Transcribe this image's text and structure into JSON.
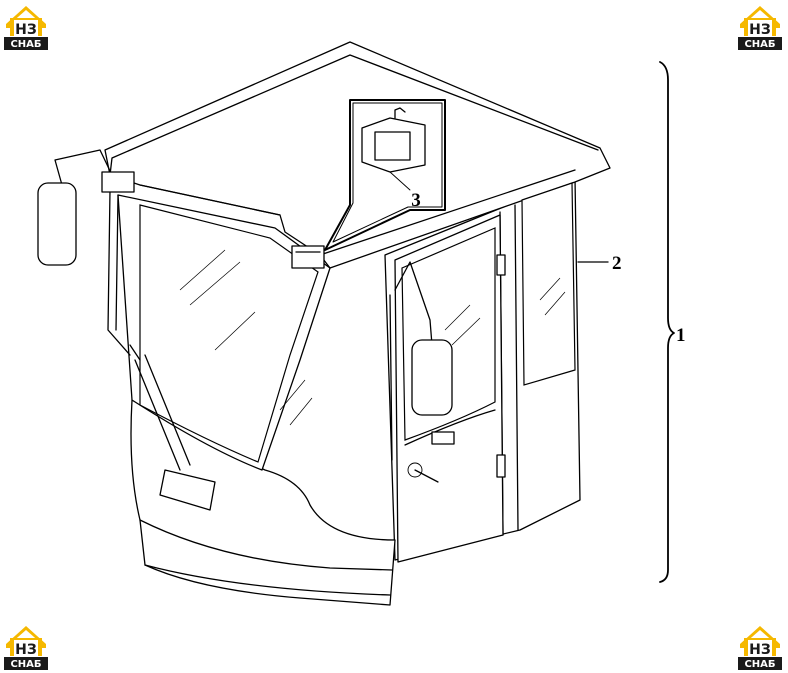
{
  "logo": {
    "upper_text": "НЗ",
    "lower_text": "СНАБ",
    "colors": {
      "house": "#f5b800",
      "badge": "#1a1a1a",
      "text": "#ffffff"
    }
  },
  "callouts": {
    "assembly": "1",
    "door": "2",
    "work_light": "3"
  },
  "colors": {
    "line": "#000000",
    "background": "#ffffff"
  }
}
